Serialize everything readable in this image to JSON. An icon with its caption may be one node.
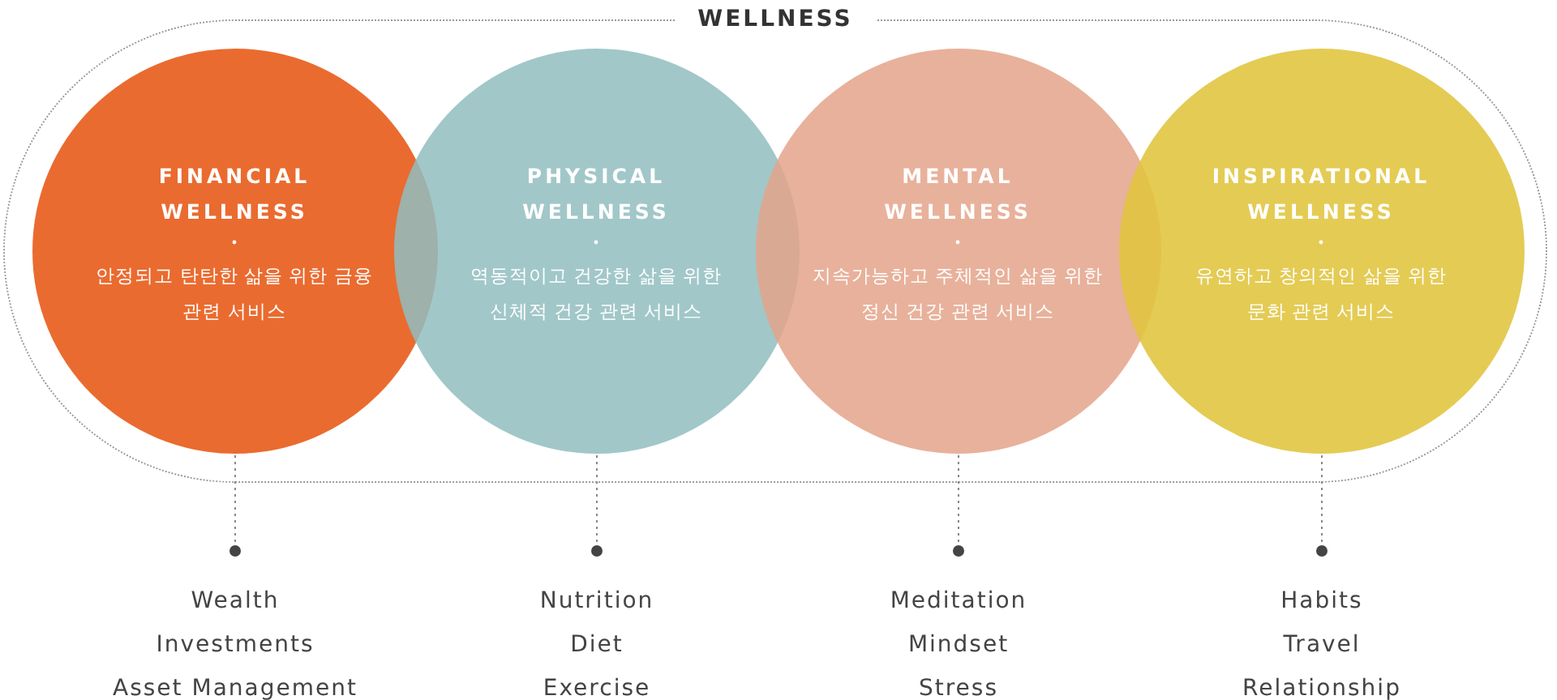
{
  "diagram": {
    "title": "WELLNESS",
    "nodes": [
      {
        "text": [],
        "shape": "box"
      },
      {
        "text": [
          "FINANCIAL WELLNESS",
          "안정되고 탄탄한 삶을 위한 금융 관련 서비스"
        ],
        "in": 0
      },
      {
        "text": [
          "PHYSICAL WELLNESS",
          "역동적이고 건강한 삶을 위한 신체적 건강 관련 서비스"
        ],
        "in": 0
      },
      {
        "text": [
          "MENTAL WELLNESS",
          "지속가능하고 주체적인 삶을 위한 정신 건강 관련 서비스"
        ],
        "in": 0
      },
      {
        "text": [
          "INSPIRATIONAL WELLNESS",
          "유연하고 창의적인 삶을 위한 문화 관련 서비스"
        ],
        "in": 0
      },
      {
        "text": [
          "Wealth",
          "Investments",
          "Asset Management"
        ]
      },
      {
        "text": [
          "Nutrition",
          "Diet",
          "Exercise"
        ]
      },
      {
        "text": [
          "Meditation",
          "Mindset",
          "Stress"
        ]
      },
      {
        "text": [
          "Habits",
          "Travel",
          "Relationship"
        ]
      }
    ],
    "edges": [
      {
        "from": 1,
        "to": 5,
        "arrow": "other",
        "style": "dashed"
      },
      {
        "from": 2,
        "to": 6,
        "arrow": "other",
        "style": "dashed"
      },
      {
        "from": 3,
        "to": 7,
        "arrow": "other",
        "style": "dashed"
      },
      {
        "from": 4,
        "to": 8,
        "arrow": "other",
        "style": "dashed"
      }
    ]
  }
}
